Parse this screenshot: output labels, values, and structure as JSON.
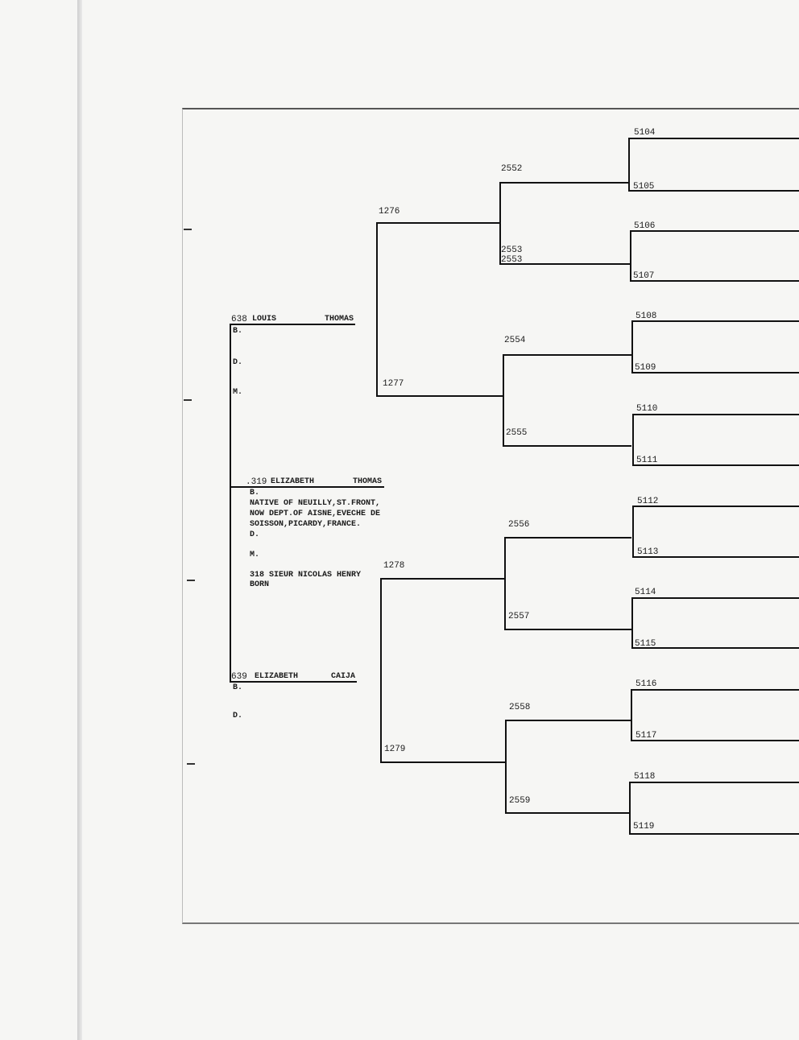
{
  "p638": {
    "num": "638",
    "given": "LOUIS",
    "surname": "THOMAS",
    "b": "B.",
    "d": "D.",
    "m": "M."
  },
  "p319": {
    "num": ".319",
    "given": "ELIZABETH",
    "surname": "THOMAS",
    "b": "B.",
    "note1": "NATIVE OF NEUILLY,ST.FRONT,",
    "note2": "NOW DEPT.OF AISNE,EVECHE DE",
    "note3": "SOISSON,PICARDY,FRANCE.",
    "d": "D.",
    "m": "M.",
    "spouse1": "318 SIEUR NICOLAS HENRY",
    "spouse2": "BORN"
  },
  "p639": {
    "num": "639",
    "given": "ELIZABETH",
    "surname": "CAIJA",
    "b": "B.",
    "d": "D."
  },
  "gen2": [
    "1276",
    "1277",
    "1278",
    "1279"
  ],
  "gen3": [
    "2552",
    "2553",
    "2553",
    "2554",
    "2555",
    "2556",
    "2557",
    "2558",
    "2559"
  ],
  "gen4": [
    "5104",
    "5105",
    "5106",
    "5107",
    "5108",
    "5109",
    "5110",
    "5111",
    "5112",
    "5113",
    "5114",
    "5115",
    "5116",
    "5117",
    "5118",
    "5119"
  ]
}
